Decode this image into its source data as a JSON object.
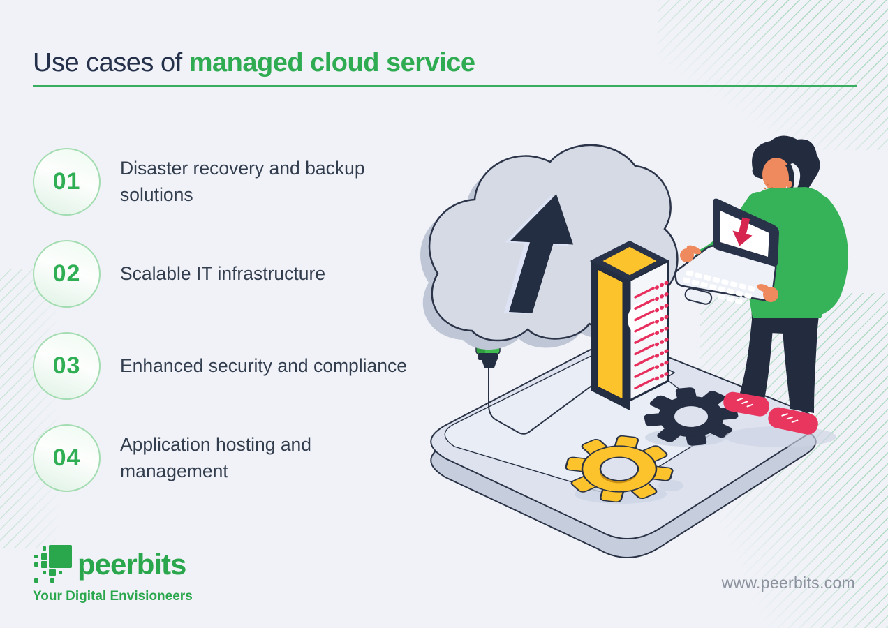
{
  "title": {
    "prefix": "Use cases of ",
    "highlight": "managed cloud service"
  },
  "use_cases": [
    {
      "number": "01",
      "label": "Disaster recovery and backup solutions"
    },
    {
      "number": "02",
      "label": "Scalable IT infrastructure"
    },
    {
      "number": "03",
      "label": "Enhanced security and compliance"
    },
    {
      "number": "04",
      "label": "Application hosting and management"
    }
  ],
  "brand": {
    "name": "peerbits",
    "tagline": "Your Digital Envisioneers",
    "website": "www.peerbits.com"
  },
  "illustration": {
    "elements": [
      "cloud-upload-icon",
      "plug-connector-icon",
      "server-rack-icon",
      "gear-icon-dark",
      "gear-icon-yellow",
      "person-with-laptop",
      "laptop-download-arrow-icon"
    ]
  },
  "colors": {
    "background": "#f0f2f7",
    "accent_green": "#2fab52",
    "logo_green": "#2aa64c",
    "dark_navy": "#242e42",
    "yellow": "#fcc32d",
    "crimson": "#e73360",
    "skin": "#ee8a5e",
    "platform": "#dde2ee",
    "cloud_gray": "#d5dae4",
    "url_gray": "#8c929e"
  }
}
